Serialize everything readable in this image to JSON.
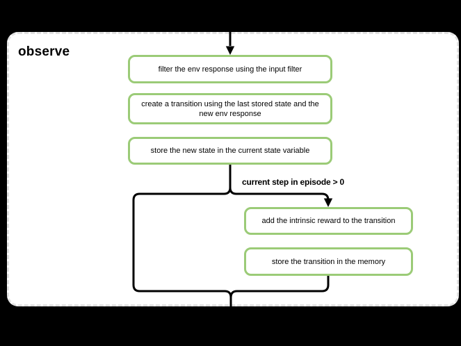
{
  "diagram": {
    "title": "observe",
    "nodes": [
      {
        "id": "filter-env-response",
        "label": "filter the env response using the input filter",
        "lines": [
          "filter the env response using the input filter"
        ]
      },
      {
        "id": "create-transition",
        "label": "create a transition using the last stored state and the new env response",
        "lines": [
          "create a transition using the last stored state and the",
          "new env response"
        ]
      },
      {
        "id": "store-new-state",
        "label": "store the new state in the current state variable",
        "lines": [
          "store the new state in the current state variable"
        ]
      },
      {
        "id": "add-intrinsic-reward",
        "label": "add the intrinsic reward to the transition",
        "lines": [
          "add the intrinsic reward to the transition"
        ]
      },
      {
        "id": "store-transition",
        "label": "store the transition in the memory",
        "lines": [
          "store the transition in the memory"
        ]
      }
    ],
    "condition_label": "current step in episode > 0",
    "colors": {
      "page_background": "#000000",
      "container_fill": "#ffffff",
      "container_border": "#e2e2e2",
      "node_border": "#9bcb77",
      "node_fill": "#ffffff",
      "edge": "#000000",
      "text": "#000000"
    }
  }
}
